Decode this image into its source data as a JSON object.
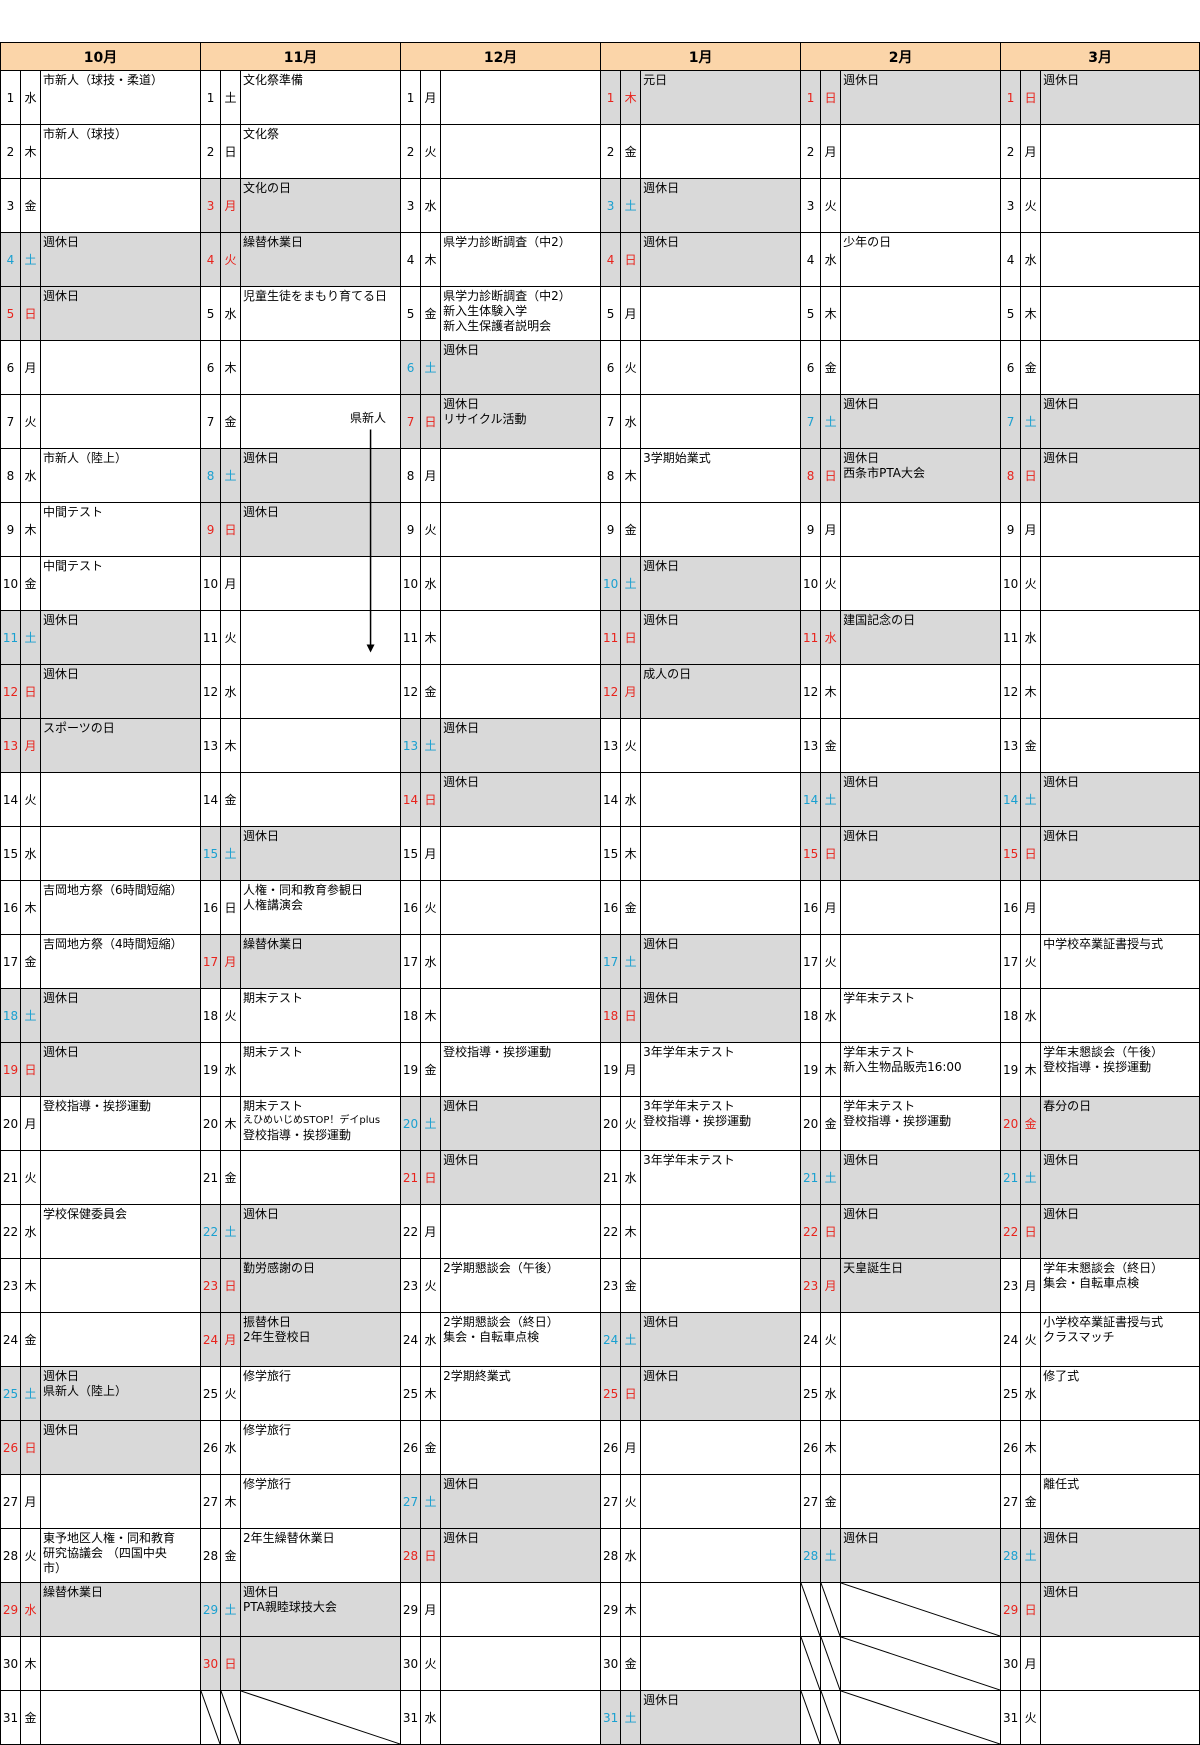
{
  "months": [
    {
      "label": "10月",
      "days": 31,
      "dow": [
        "水",
        "木",
        "金",
        "土",
        "日",
        "月",
        "火",
        "水",
        "木",
        "金",
        "土",
        "日",
        "月",
        "火",
        "水",
        "木",
        "金",
        "土",
        "日",
        "月",
        "火",
        "水",
        "木",
        "金",
        "土",
        "日",
        "月",
        "火",
        "水",
        "木",
        "金"
      ],
      "holidays": [
        4,
        5,
        11,
        12,
        13,
        18,
        19,
        25,
        26,
        29
      ],
      "events": {
        "1": [
          "市新人（球技・柔道）"
        ],
        "2": [
          "市新人（球技）"
        ],
        "4": [
          "週休日"
        ],
        "5": [
          "週休日"
        ],
        "8": [
          "市新人（陸上）"
        ],
        "9": [
          "中間テスト"
        ],
        "10": [
          "中間テスト"
        ],
        "11": [
          "週休日"
        ],
        "12": [
          "週休日"
        ],
        "13": [
          "スポーツの日"
        ],
        "16": [
          "吉岡地方祭（6時間短縮）"
        ],
        "17": [
          "吉岡地方祭（4時間短縮）"
        ],
        "18": [
          "週休日"
        ],
        "19": [
          "週休日"
        ],
        "20": [
          "登校指導・挨拶運動"
        ],
        "22": [
          "学校保健委員会"
        ],
        "25": [
          "週休日",
          "県新人（陸上）"
        ],
        "26": [
          "週休日"
        ],
        "28": [
          "東予地区人権・同和教育",
          "研究協議会 （四国中央",
          "市）"
        ],
        "29": [
          "繰替休業日"
        ]
      }
    },
    {
      "label": "11月",
      "days": 30,
      "dow": [
        "土",
        "日",
        "月",
        "火",
        "水",
        "木",
        "金",
        "土",
        "日",
        "月",
        "火",
        "水",
        "木",
        "金",
        "土",
        "日",
        "月",
        "火",
        "水",
        "木",
        "金",
        "土",
        "日",
        "月",
        "火",
        "水",
        "木",
        "金",
        "土",
        "日"
      ],
      "holidays": [
        3,
        4,
        8,
        9,
        15,
        17,
        22,
        23,
        24,
        29,
        30
      ],
      "events": {
        "1": [
          "文化祭準備"
        ],
        "2": [
          "文化祭"
        ],
        "3": [
          "文化の日"
        ],
        "4": [
          "繰替休業日"
        ],
        "5": [
          "児童生徒をまもり育てる日"
        ],
        "8": [
          "週休日"
        ],
        "9": [
          "週休日"
        ],
        "15": [
          "週休日"
        ],
        "16": [
          "人権・同和教育参観日",
          "人権講演会"
        ],
        "17": [
          "繰替休業日"
        ],
        "18": [
          "期末テスト"
        ],
        "19": [
          "期末テスト"
        ],
        "20": [
          "期末テスト",
          "えひめいじめSTOP！デイplus",
          "登校指導・挨拶運動"
        ],
        "22": [
          "週休日"
        ],
        "23": [
          "勤労感謝の日"
        ],
        "24": [
          "振替休日",
          "2年生登校日"
        ],
        "25": [
          "修学旅行"
        ],
        "26": [
          "修学旅行"
        ],
        "27": [
          "修学旅行"
        ],
        "28": [
          "2年生繰替休業日"
        ],
        "29": [
          "週休日",
          "PTA親睦球技大会"
        ]
      },
      "annotation": "県新人"
    },
    {
      "label": "12月",
      "days": 31,
      "dow": [
        "月",
        "火",
        "水",
        "木",
        "金",
        "土",
        "日",
        "月",
        "火",
        "水",
        "木",
        "金",
        "土",
        "日",
        "月",
        "火",
        "水",
        "木",
        "金",
        "土",
        "日",
        "月",
        "火",
        "水",
        "木",
        "金",
        "土",
        "日",
        "月",
        "火",
        "水"
      ],
      "holidays": [
        6,
        7,
        13,
        14,
        20,
        21,
        27,
        28
      ],
      "events": {
        "4": [
          "県学力診断調査（中2）"
        ],
        "5": [
          "県学力診断調査（中2）",
          "新入生体験入学",
          "新入生保護者説明会"
        ],
        "6": [
          "週休日"
        ],
        "7": [
          "週休日",
          "リサイクル活動"
        ],
        "13": [
          "週休日"
        ],
        "14": [
          "週休日"
        ],
        "19": [
          "登校指導・挨拶運動"
        ],
        "20": [
          "週休日"
        ],
        "21": [
          "週休日"
        ],
        "23": [
          "2学期懇談会（午後）"
        ],
        "24": [
          "2学期懇談会（終日）",
          "集会・自転車点検"
        ],
        "25": [
          "2学期終業式"
        ],
        "27": [
          "週休日"
        ],
        "28": [
          "週休日"
        ]
      }
    },
    {
      "label": "1月",
      "days": 31,
      "dow": [
        "木",
        "金",
        "土",
        "日",
        "月",
        "火",
        "水",
        "木",
        "金",
        "土",
        "日",
        "月",
        "火",
        "水",
        "木",
        "金",
        "土",
        "日",
        "月",
        "火",
        "水",
        "木",
        "金",
        "土",
        "日",
        "月",
        "火",
        "水",
        "木",
        "金",
        "土"
      ],
      "holidays": [
        1,
        3,
        4,
        10,
        11,
        12,
        17,
        18,
        24,
        25,
        31
      ],
      "events": {
        "1": [
          "元日"
        ],
        "3": [
          "週休日"
        ],
        "4": [
          "週休日"
        ],
        "8": [
          "3学期始業式"
        ],
        "10": [
          "週休日"
        ],
        "11": [
          "週休日"
        ],
        "12": [
          "成人の日"
        ],
        "17": [
          "週休日"
        ],
        "18": [
          "週休日"
        ],
        "19": [
          "3年学年末テスト"
        ],
        "20": [
          "3年学年末テスト",
          "登校指導・挨拶運動"
        ],
        "21": [
          "3年学年末テスト"
        ],
        "24": [
          "週休日"
        ],
        "25": [
          "週休日"
        ],
        "31": [
          "週休日"
        ]
      }
    },
    {
      "label": "2月",
      "days": 28,
      "dow": [
        "日",
        "月",
        "火",
        "水",
        "木",
        "金",
        "土",
        "日",
        "月",
        "火",
        "水",
        "木",
        "金",
        "土",
        "日",
        "月",
        "火",
        "水",
        "木",
        "金",
        "土",
        "日",
        "月",
        "火",
        "水",
        "木",
        "金",
        "土"
      ],
      "holidays": [
        1,
        7,
        8,
        11,
        14,
        15,
        21,
        22,
        23,
        28
      ],
      "events": {
        "1": [
          "週休日"
        ],
        "4": [
          "少年の日"
        ],
        "7": [
          "週休日"
        ],
        "8": [
          "週休日",
          "西条市PTA大会"
        ],
        "11": [
          "建国記念の日"
        ],
        "14": [
          "週休日"
        ],
        "15": [
          "週休日"
        ],
        "18": [
          "学年末テスト"
        ],
        "19": [
          "学年末テスト",
          "新入生物品販売16:00"
        ],
        "20": [
          "学年末テスト",
          "登校指導・挨拶運動"
        ],
        "21": [
          "週休日"
        ],
        "22": [
          "週休日"
        ],
        "23": [
          "天皇誕生日"
        ],
        "28": [
          "週休日"
        ]
      }
    },
    {
      "label": "3月",
      "days": 31,
      "dow": [
        "日",
        "月",
        "火",
        "水",
        "木",
        "金",
        "土",
        "日",
        "月",
        "火",
        "水",
        "木",
        "金",
        "土",
        "日",
        "月",
        "火",
        "水",
        "木",
        "金",
        "土",
        "日",
        "月",
        "火",
        "水",
        "木",
        "金",
        "土",
        "日",
        "月",
        "火"
      ],
      "holidays": [
        1,
        7,
        8,
        14,
        15,
        20,
        21,
        22,
        28,
        29
      ],
      "events": {
        "1": [
          "週休日"
        ],
        "7": [
          "週休日"
        ],
        "8": [
          "週休日"
        ],
        "14": [
          "週休日"
        ],
        "15": [
          "週休日"
        ],
        "17": [
          "中学校卒業証書授与式"
        ],
        "19": [
          "学年末懇談会（午後）",
          "登校指導・挨拶運動"
        ],
        "20": [
          "春分の日"
        ],
        "21": [
          "週休日"
        ],
        "22": [
          "週休日"
        ],
        "23": [
          "学年末懇談会（終日）",
          "集会・自転車点検"
        ],
        "24": [
          "小学校卒業証書授与式",
          "クラスマッチ"
        ],
        "25": [
          "修了式"
        ],
        "27": [
          "離任式"
        ],
        "28": [
          "週休日"
        ],
        "29": [
          "週休日"
        ]
      }
    }
  ],
  "colors": {
    "header_bg": "#fbd5a9",
    "holiday_bg": "#d9d9d9",
    "saturday": "#1aa0d0",
    "sunday_holiday": "#e8231c"
  }
}
